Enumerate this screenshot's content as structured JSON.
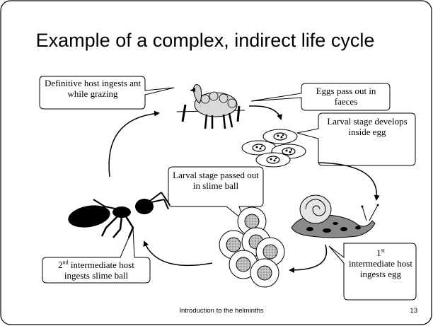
{
  "slide": {
    "title": "Example of a complex, indirect life cycle",
    "callouts": {
      "definitive_host": "Definitive host ingests ant while grazing",
      "eggs_pass": "Eggs pass out in faeces",
      "larval_develops": "Larval stage develops inside egg",
      "larval_slime": "Larval stage passed out in slime ball",
      "first_host_num": "1",
      "first_host_sup": "st",
      "first_host_text": "intermediate host ingests egg",
      "second_host_num": "2",
      "second_host_sup": "nd",
      "second_host_text": "intermediate host ingests slime ball"
    },
    "footer": "Introduction to the helminths",
    "page_number": "13"
  },
  "colors": {
    "stroke": "#000000",
    "background": "#ffffff",
    "snail_shell": "#e6e6e6",
    "snail_body": "#8a8a8a",
    "slime_ball": "#c8c8c8"
  },
  "icons": [
    "sheep-icon",
    "ant-icon",
    "snail-icon",
    "egg-icon",
    "slime-ball-icon"
  ]
}
